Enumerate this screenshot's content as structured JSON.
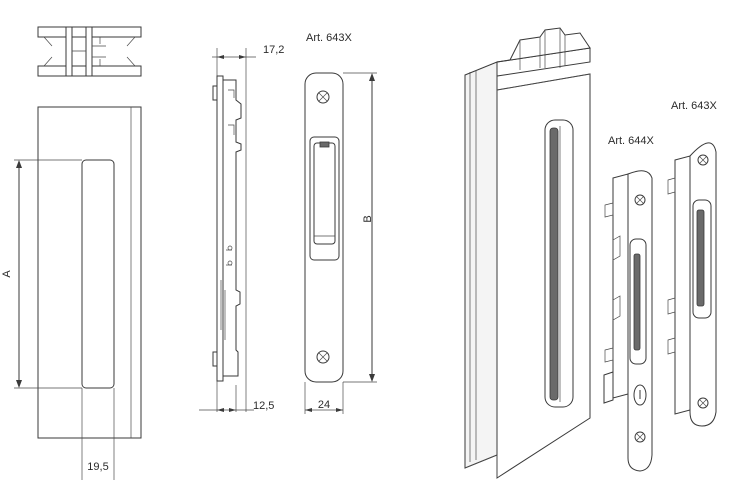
{
  "dimensions": {
    "a_label": "A",
    "b_label": "B",
    "d_19_5": "19,5",
    "d_17_2": "17,2",
    "d_12_5": "12,5",
    "d_24": "24"
  },
  "articles": {
    "art_643x_top": "Art. 643X",
    "art_644x": "Art. 644X",
    "art_643x_right": "Art. 643X"
  }
}
